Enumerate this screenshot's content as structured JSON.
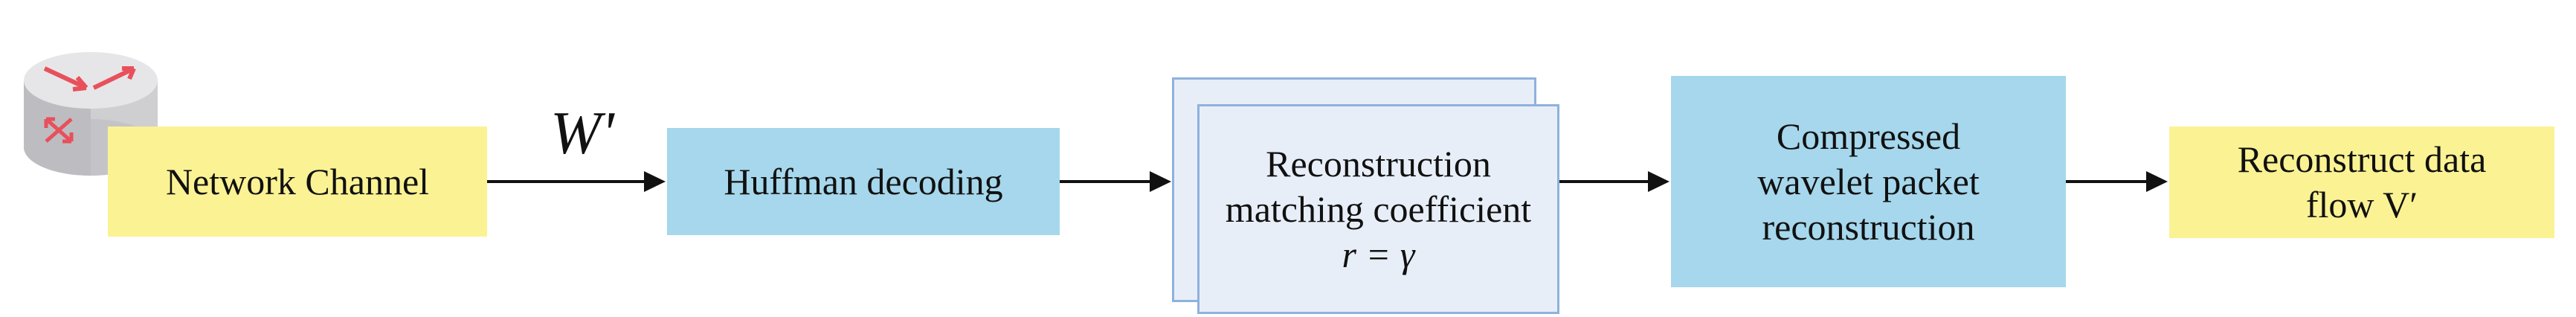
{
  "nodes": {
    "network_channel": "Network Channel",
    "huffman": "Huffman decoding",
    "reconstruction": {
      "line1": "Reconstruction",
      "line2": "matching coefficient",
      "line3": "r = γ"
    },
    "compressed": {
      "line1": "Compressed",
      "line2": "wavelet packet",
      "line3": "reconstruction"
    },
    "reconstruct_flow": {
      "line1": "Reconstruct data",
      "line2": "flow V′"
    }
  },
  "edge_label": "W'",
  "icons": {
    "router": "router-icon"
  },
  "colors": {
    "yellow": "#fbf294",
    "blue": "#a6d7ec",
    "light_blue": "#e8eef8",
    "border_blue": "#8fb1dd",
    "router_gray": "#d8d8da",
    "router_red": "#e8505b"
  }
}
